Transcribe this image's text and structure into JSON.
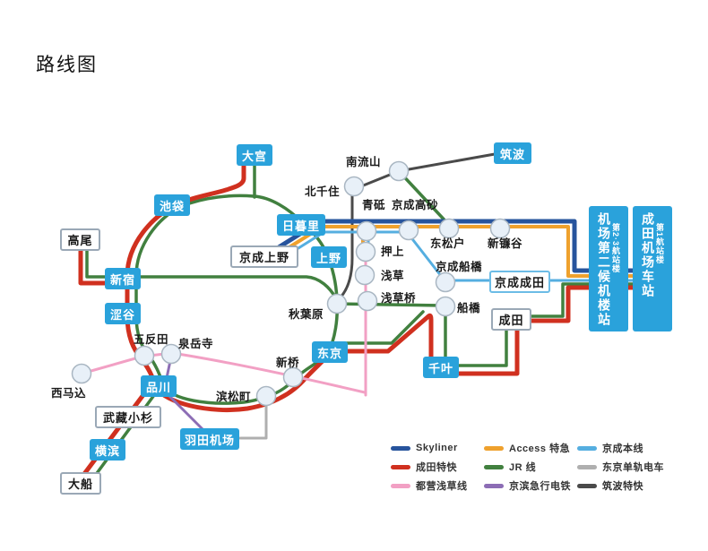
{
  "title": "路线图",
  "stations": {
    "omiya": "大宫",
    "ikebukuro": "池袋",
    "shinjuku": "新宿",
    "shibuya": "涩谷",
    "shinagawa": "品川",
    "yokohama": "横滨",
    "haneda": "羽田机场",
    "nippori": "日暮里",
    "ueno": "上野",
    "tokyo": "东京",
    "chiba": "千叶",
    "tsukuba": "筑波",
    "takao": "高尾",
    "keisei_ueno": "京成上野",
    "musashi_kosugi": "武藏小杉",
    "ofuna": "大船",
    "keisei_narita": "京成成田",
    "narita": "成田",
    "minami_nagareyama": "南流山",
    "kita_senju": "北千住",
    "aoto": "青砥",
    "keisei_takasago": "京成高砂",
    "higashi_matsudo": "东松户",
    "shin_kamagaya": "新镰谷",
    "keisei_funabashi": "京成船橋",
    "funabashi": "船橋",
    "oshiage": "押上",
    "asakusa": "浅草",
    "asakusabashi": "浅草桥",
    "akihabara": "秋葉原",
    "shimbashi": "新桥",
    "hamamatsucho": "滨松町",
    "sengakuji": "泉岳寺",
    "gotanda": "五反田",
    "nishi_magome": "西马込"
  },
  "airport": {
    "terminal2": {
      "main": "机场第二候机楼站",
      "sub": "第2·3航站楼"
    },
    "terminal1": {
      "main": "成田机场车站",
      "sub": "第1航站楼"
    }
  },
  "legend": {
    "items": [
      {
        "label": "Skyliner",
        "color": "#27549D"
      },
      {
        "label": "成田特快",
        "color": "#D0301F"
      },
      {
        "label": "都营浅草线",
        "color": "#F2A0C4"
      },
      {
        "label": "Access 特急",
        "color": "#EFA12D"
      },
      {
        "label": "JR 线",
        "color": "#41803F"
      },
      {
        "label": "京滨急行电铁",
        "color": "#8C6DB5"
      },
      {
        "label": "京成本线",
        "color": "#55AEE0"
      },
      {
        "label": "东京单轨电车",
        "color": "#AFAFAF"
      },
      {
        "label": "筑波特快",
        "color": "#4A4A4A"
      }
    ]
  },
  "colors": {
    "station_box": "#2AA2DB",
    "dot_fill": "#E8F0F8",
    "dot_border": "#A9B6C2"
  }
}
